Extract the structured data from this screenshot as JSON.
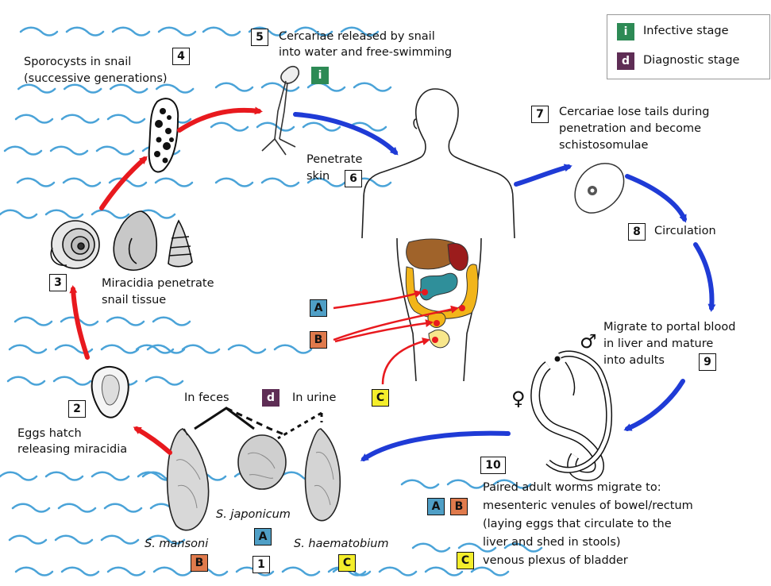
{
  "colors": {
    "water": "#4aa3d8",
    "red_arrow": "#e8191e",
    "blue_arrow": "#1f3bd6",
    "infective": "#2d8a55",
    "diagnostic": "#5e2d55",
    "tag_A": "#4f9fc6",
    "tag_B": "#e07a4c",
    "tag_C": "#f4ee2b"
  },
  "legend": {
    "infective_mark": "i",
    "infective_label": "Infective stage",
    "diagnostic_mark": "d",
    "diagnostic_label": "Diagnostic stage"
  },
  "steps": {
    "s1": {
      "num": "1"
    },
    "s2": {
      "num": "2",
      "line1": "Eggs hatch",
      "line2": "releasing miracidia"
    },
    "s3": {
      "num": "3",
      "line1": "Miracidia penetrate",
      "line2": "snail tissue"
    },
    "s4": {
      "num": "4",
      "line1": "Sporocysts in snail",
      "line2": "(successive generations)"
    },
    "s5": {
      "num": "5",
      "line1": "Cercariae released by snail",
      "line2": "into water and free-swimming"
    },
    "s6": {
      "num": "6",
      "line1": "Penetrate",
      "line2": "skin"
    },
    "s7": {
      "num": "7",
      "line1": "Cercariae lose tails during",
      "line2": "penetration and become",
      "line3": "schistosomulae"
    },
    "s8": {
      "num": "8",
      "label": "Circulation"
    },
    "s9": {
      "num": "9",
      "line1": "Migrate to portal blood",
      "line2": "in liver and mature",
      "line3": "into adults"
    },
    "s10": {
      "num": "10",
      "line1": "Paired adult worms migrate to:",
      "line2": "mesenteric venules of bowel/rectum",
      "line3": "(laying eggs that circulate to the",
      "line4": "liver and shed in stools)",
      "line5": "venous plexus of bladder"
    }
  },
  "eggs": {
    "in_feces": "In feces",
    "in_urine": "In urine",
    "mansoni": "S. mansoni",
    "japonicum": "S. japonicum",
    "haematobium": "S. haematobium"
  },
  "tags": {
    "A": "A",
    "B": "B",
    "C": "C",
    "i": "i",
    "d": "d"
  },
  "sex": {
    "male": "♂",
    "female": "♀"
  }
}
